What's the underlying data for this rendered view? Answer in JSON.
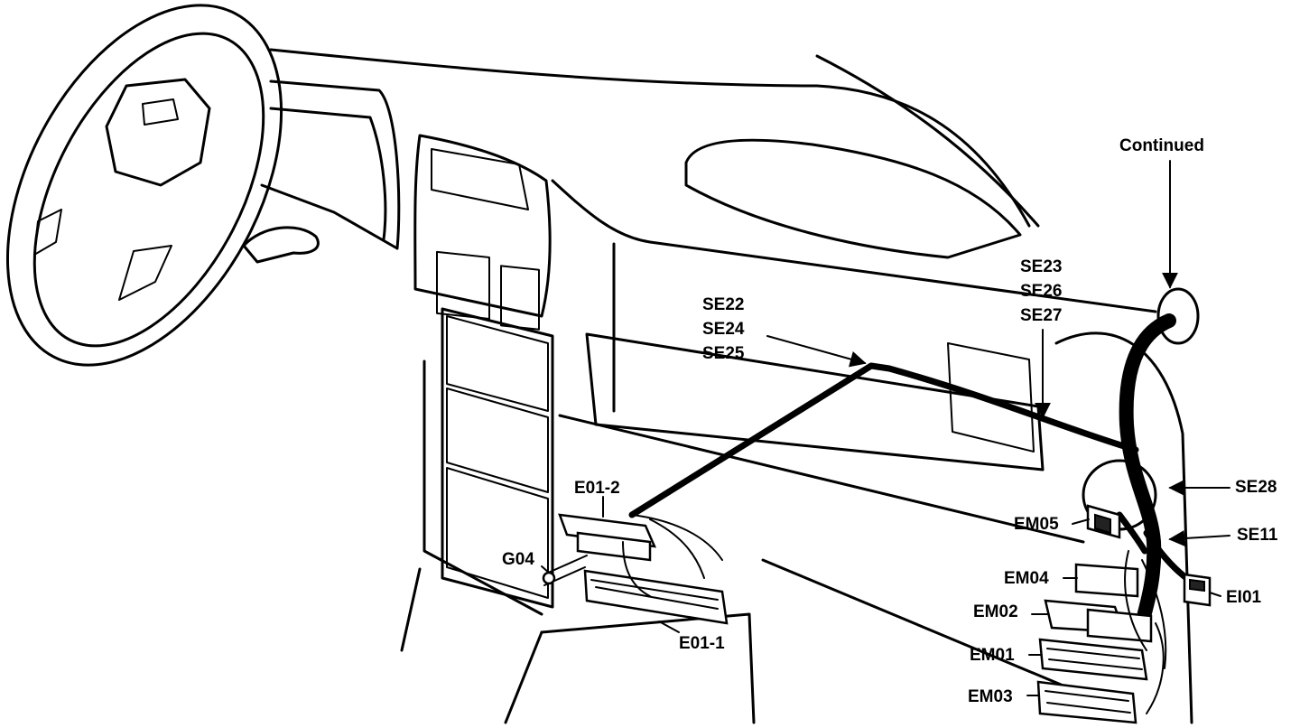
{
  "labels": {
    "continued": "Continued",
    "se_group_left": [
      "SE22",
      "SE24",
      "SE25"
    ],
    "se_group_right": [
      "SE23",
      "SE26",
      "SE27"
    ],
    "se28": "SE28",
    "se11": "SE11",
    "em05": "EM05",
    "em04": "EM04",
    "em02": "EM02",
    "em01": "EM01",
    "em03": "EM03",
    "ei01": "EI01",
    "e01_2": "E01-2",
    "e01_1": "E01-1",
    "g04": "G04"
  }
}
